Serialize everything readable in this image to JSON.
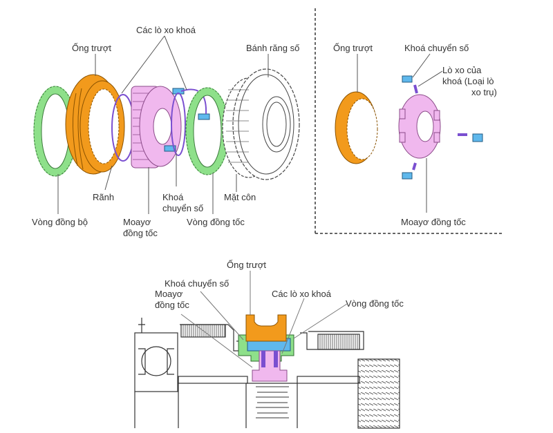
{
  "colors": {
    "sleeve": "#f29a1c",
    "hub": "#f0b8ee",
    "ring": "#8ee08a",
    "key": "#5fb8ec",
    "spring": "#7a4fd0",
    "line": "#444444"
  },
  "exploded_view": {
    "labels": {
      "springs": "Các lò xo khoá",
      "sleeve": "Ống trượt",
      "gear": "Bánh răng số",
      "groove": "Rãnh",
      "key_line1": "Khoá",
      "key_line2": "chuyển số",
      "cone": "Mặt côn",
      "sync_ring_left": "Vòng đồng bộ",
      "hub_line1": "Moayơ",
      "hub_line2": "đồng tốc",
      "sync_ring_right": "Vòng đồng tốc"
    }
  },
  "detail_view": {
    "labels": {
      "sleeve": "Ống trượt",
      "key": "Khoá chuyển số",
      "spring_line1": "Lò xo của",
      "spring_line2": "khoá (Loại lò",
      "spring_line3": "xo trụ)",
      "hub": "Moayơ đồng tốc"
    }
  },
  "section_view": {
    "labels": {
      "sleeve": "Ống trượt",
      "key": "Khoá chuyển số",
      "hub_line1": "Moayơ",
      "hub_line2": "đồng tốc",
      "springs": "Các lò xo khoá",
      "sync_ring": "Vòng đồng tốc"
    }
  }
}
